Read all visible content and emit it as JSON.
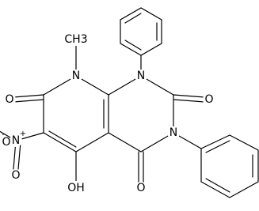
{
  "molecule": {
    "atoms": {
      "n1": "N",
      "n3": "N",
      "n8": "N",
      "o2": "O",
      "o4": "O",
      "o7": "O",
      "oh": "OH",
      "nitro_n": "N",
      "nitro_n_charge": "+",
      "nitro_o1": "O",
      "nitro_o2": "O",
      "nitro_o2_charge": "-",
      "methyl": "CH3"
    }
  }
}
